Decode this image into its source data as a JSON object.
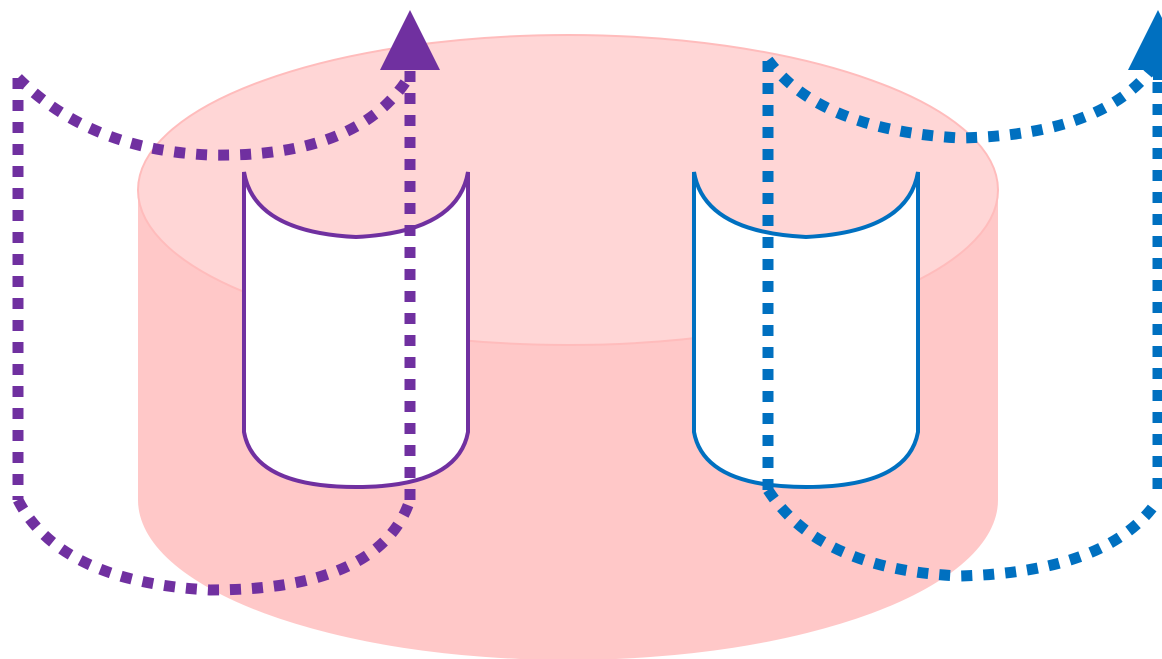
{
  "diagram": {
    "colors": {
      "background": "#ffffff",
      "disk_body": "#ffc8c8",
      "disk_top": "#ffd6d6",
      "disk_top_rim": "#ffbcbc",
      "hole_fill": "#ffffff",
      "left_loop": "#7030a0",
      "right_loop": "#0070c0"
    },
    "shapes": [
      {
        "name": "large-disk",
        "kind": "cylinder"
      },
      {
        "name": "left-hole",
        "kind": "cylindrical-hole",
        "color_key": "left_loop"
      },
      {
        "name": "right-hole",
        "kind": "cylindrical-hole",
        "color_key": "right_loop"
      }
    ],
    "loops": [
      {
        "name": "left-dotted-loop",
        "color_key": "left_loop",
        "line_style": "dotted",
        "threads": "left-hole",
        "has_arrow": true
      },
      {
        "name": "right-dotted-loop",
        "color_key": "right_loop",
        "line_style": "dotted",
        "threads": "right-hole",
        "has_arrow": true
      }
    ]
  }
}
